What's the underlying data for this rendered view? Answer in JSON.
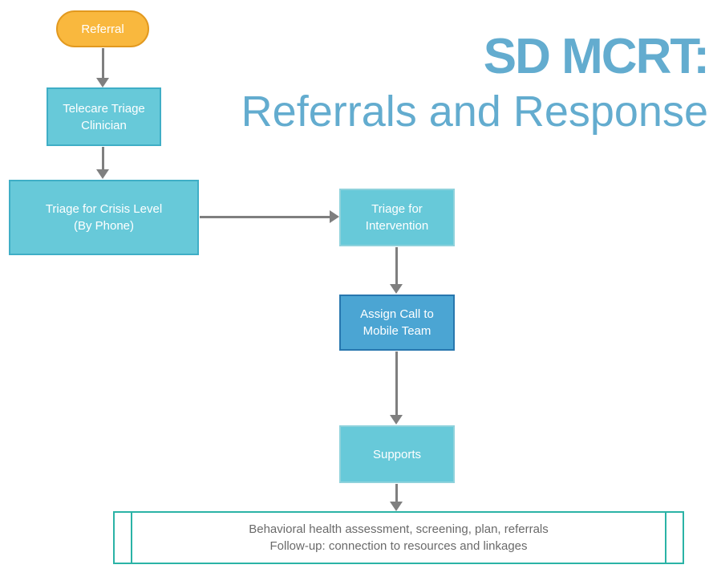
{
  "title": {
    "line1": "SD MCRT:",
    "line2": "Referrals and Response"
  },
  "nodes": {
    "referral": {
      "label": "Referral"
    },
    "telecare": {
      "label": "Telecare Triage Clinician"
    },
    "crisis": {
      "line1": "Triage for Crisis Level",
      "line2": "(By Phone)"
    },
    "intervention": {
      "label": "Triage for Intervention"
    },
    "assign": {
      "label": "Assign Call to Mobile Team"
    },
    "supports": {
      "label": "Supports"
    },
    "outcomes": {
      "line1": "Behavioral health assessment, screening, plan, referrals",
      "line2": "Follow-up: connection to resources and linkages"
    }
  },
  "edges": [
    {
      "from": "referral",
      "to": "telecare"
    },
    {
      "from": "telecare",
      "to": "crisis"
    },
    {
      "from": "crisis",
      "to": "intervention"
    },
    {
      "from": "intervention",
      "to": "assign"
    },
    {
      "from": "assign",
      "to": "supports"
    },
    {
      "from": "supports",
      "to": "outcomes"
    }
  ],
  "colors": {
    "title_blue": "#63ACCF",
    "terminator_fill": "#F9B83E",
    "terminator_border": "#E2991F",
    "process_teal_fill": "#67C9D9",
    "process_teal_border_dark": "#3FAEC6",
    "process_teal_border_light": "#8FD2DC",
    "highlight_blue_fill": "#4BA5D3",
    "highlight_blue_border": "#2877AE",
    "predefined_process_border": "#2BB3A6",
    "arrow_gray": "#7F7F7F",
    "outcomes_text_gray": "#6A6A6A",
    "node_text": "#FFFFFF"
  }
}
